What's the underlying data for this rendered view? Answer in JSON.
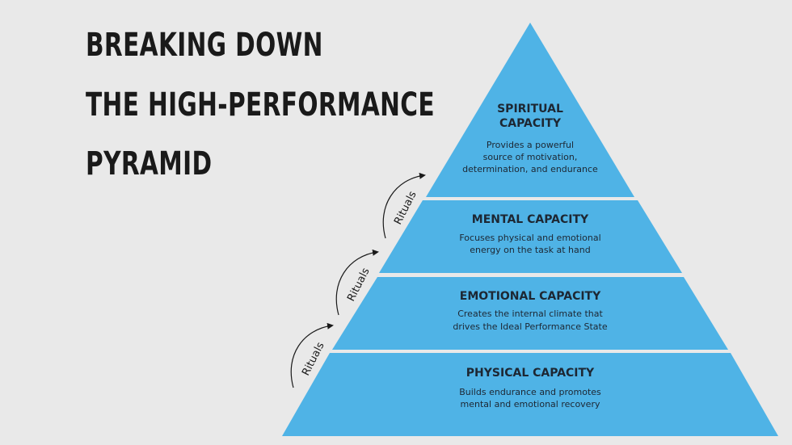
{
  "title": {
    "line1": "BREAKING DOWN",
    "line2": "THE HIGH-PERFORMANCE",
    "line3": "PYRAMID"
  },
  "tiers": [
    {
      "title_lines": [
        "SPIRITUAL",
        "CAPACITY"
      ],
      "desc_lines": [
        "Provides a powerful",
        "source of motivation,",
        "determination, and endurance"
      ]
    },
    {
      "title_lines": [
        "MENTAL CAPACITY"
      ],
      "desc_lines": [
        "Focuses physical and emotional",
        "energy on the task at hand"
      ]
    },
    {
      "title_lines": [
        "EMOTIONAL CAPACITY"
      ],
      "desc_lines": [
        "Creates the internal climate that",
        "drives the Ideal Performance State"
      ]
    },
    {
      "title_lines": [
        "PHYSICAL CAPACITY"
      ],
      "desc_lines": [
        "Builds endurance and promotes",
        "mental and emotional recovery"
      ]
    }
  ],
  "rituals": {
    "label": "Rituals"
  },
  "colors": {
    "tier_fill": "#4fb3e6",
    "background": "#e9e9e9",
    "text_dark": "#1d2733"
  }
}
